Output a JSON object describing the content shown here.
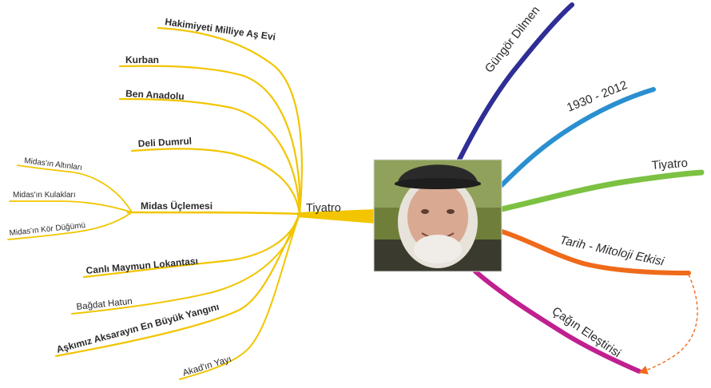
{
  "central": {
    "label": "Tiyatro",
    "photo": "portrait-photo",
    "branch_color": "#f2c500"
  },
  "left_branches": [
    {
      "label": "Hakimiyeti Milliye Aş Evi",
      "bold": true
    },
    {
      "label": "Kurban",
      "bold": true
    },
    {
      "label": "Ben Anadolu",
      "bold": true
    },
    {
      "label": "Deli Dumrul",
      "bold": true
    },
    {
      "label": "Midas Üçlemesi",
      "bold": true,
      "children": [
        "Midas'ın Altınları",
        "Midas'ın Kulakları",
        "Midas'ın Kör Düğümü"
      ]
    },
    {
      "label": "Canlı Maymun Lokantası",
      "bold": true
    },
    {
      "label": "Bağdat Hatun",
      "bold": false
    },
    {
      "label": "Aşkımız Aksarayın En Büyük Yangını",
      "bold": true
    },
    {
      "label": "Akad'ın Yayı",
      "bold": false
    }
  ],
  "right_branches": [
    {
      "label": "Güngör Dilmen",
      "color": "#2e2e96"
    },
    {
      "label": "1930 - 2012",
      "color": "#2a8fd0"
    },
    {
      "label": "Tiyatro",
      "color": "#7cc142"
    },
    {
      "label": "Tarih - Mitoloji Etkisi",
      "color": "#ef6a1a"
    },
    {
      "label": "Çağın Eleştirisi",
      "color": "#c0208f"
    }
  ],
  "relation_color": "#ef6a1a"
}
